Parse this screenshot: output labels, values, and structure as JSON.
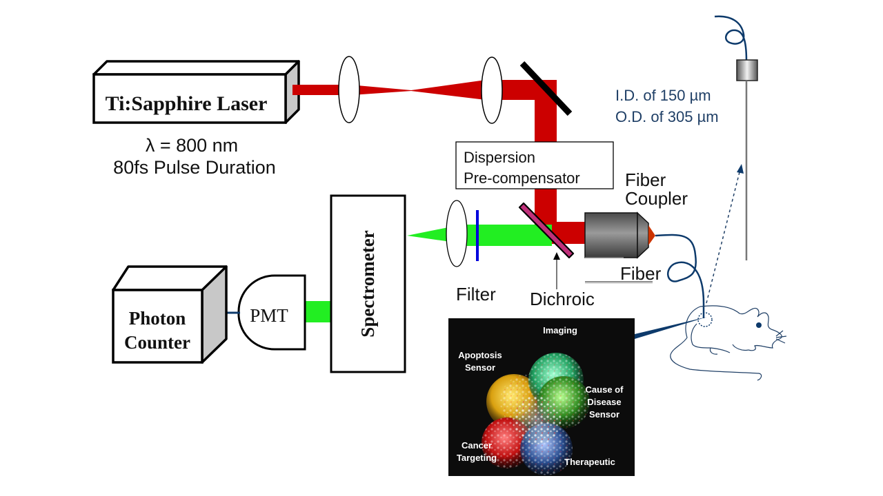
{
  "colors": {
    "laser_beam": "#cc0000",
    "emission_beam": "#22ee22",
    "fiber": "#0d3a6b",
    "filter": "#0000dd",
    "dichroic": "#c0307a",
    "dichroic_outline": "#000000",
    "coupler_tip": "#cc3300",
    "annotation_text": "#1f3f66"
  },
  "laser": {
    "label": "Ti:Sapphire Laser",
    "wavelength": "λ = 800 nm",
    "pulse": "80fs Pulse Duration"
  },
  "dispersion_box": {
    "line1": "Dispersion",
    "line2": "Pre-compensator"
  },
  "labels": {
    "fiber_coupler_line1": "Fiber",
    "fiber_coupler_line2": "Coupler",
    "fiber": "Fiber",
    "filter": "Filter",
    "dichroic": "Dichroic",
    "spectrometer": "Spectrometer",
    "pmt": "PMT",
    "photon_counter_line1": "Photon",
    "photon_counter_line2": "Counter"
  },
  "fiber_spec": {
    "id": "I.D. of 150 µm",
    "od": "O.D. of 305 µm"
  },
  "nanoprobe_inset": {
    "title": "Imaging",
    "apoptosis_line1": "Apoptosis",
    "apoptosis_line2": "Sensor",
    "cause_line1": "Cause of",
    "cause_line2": "Disease",
    "cause_line3": "Sensor",
    "cancer_line1": "Cancer",
    "cancer_line2": "Targeting",
    "therapeutic": "Therapeutic"
  }
}
